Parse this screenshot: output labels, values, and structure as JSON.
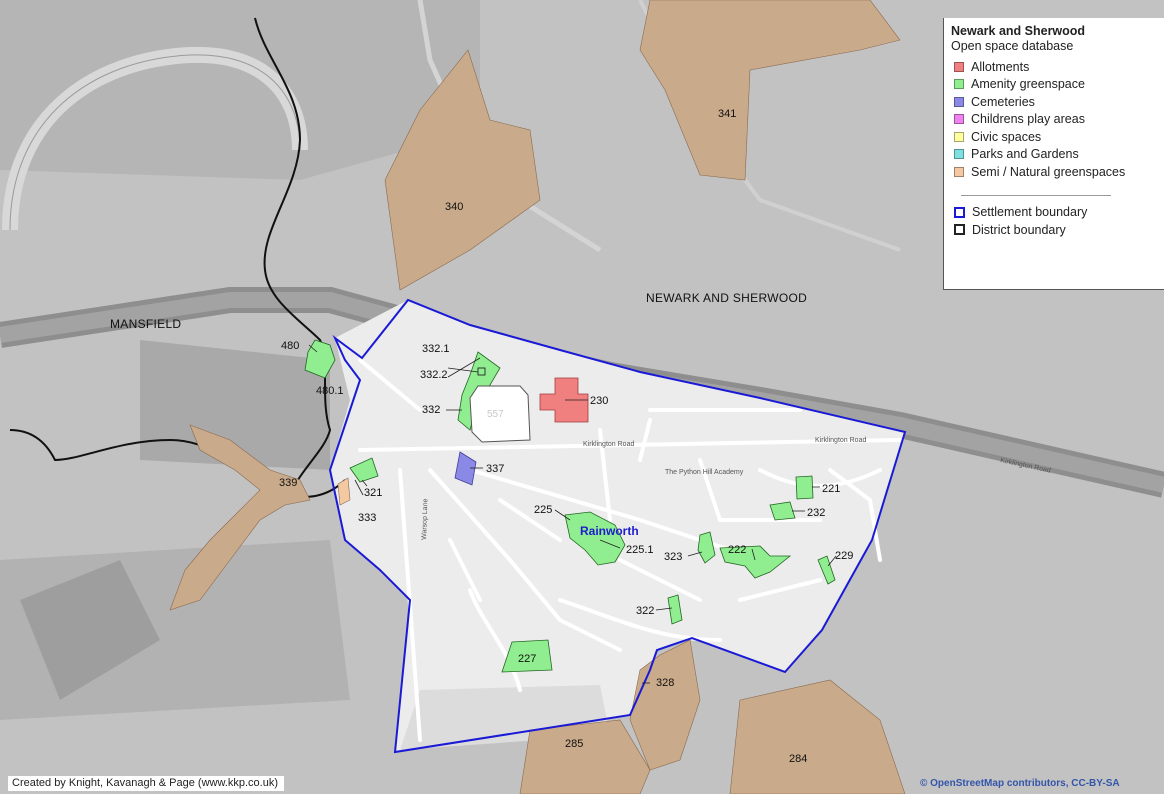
{
  "legend": {
    "title": "Newark and Sherwood",
    "subtitle": "Open space database",
    "categories": [
      {
        "label": "Allotments",
        "color": "#f08080"
      },
      {
        "label": "Amenity greenspace",
        "color": "#90ee90"
      },
      {
        "label": "Cemeteries",
        "color": "#8a8ae6"
      },
      {
        "label": "Childrens play areas",
        "color": "#ee82ee"
      },
      {
        "label": "Civic spaces",
        "color": "#ffffa0"
      },
      {
        "label": "Parks and Gardens",
        "color": "#80e0e0"
      },
      {
        "label": "Semi / Natural greenspaces",
        "color": "#f4c8a0"
      }
    ],
    "boundaries": [
      {
        "label": "Settlement boundary",
        "color": "#1a1ad6"
      },
      {
        "label": "District boundary",
        "color": "#222222"
      }
    ]
  },
  "districts": {
    "west": "MANSFIELD",
    "east": "NEWARK AND SHERWOOD"
  },
  "settlement": "Rainworth",
  "site_labels": {
    "s221": "221",
    "s222": "222",
    "s225": "225",
    "s225_1": "225.1",
    "s227": "227",
    "s229": "229",
    "s230": "230",
    "s232": "232",
    "s284": "284",
    "s285": "285",
    "s321": "321",
    "s322": "322",
    "s323": "323",
    "s328": "328",
    "s332": "332",
    "s332_1": "332.1",
    "s332_2": "332.2",
    "s333": "333",
    "s337": "337",
    "s339": "339",
    "s340": "340",
    "s341": "341",
    "s480": "480",
    "s480_1": "480.1",
    "s557": "557"
  },
  "road_labels": {
    "kirklington_road": "Kirklington Road",
    "kirklington_road_east": "Kirklington Road",
    "kirklington_road_main": "Kirklington Road",
    "the_hill_academy": "The Python Hill Academy",
    "warsop_lane": "Warsop Lane"
  },
  "credit": "Created by Knight, Kavanagh & Page (www.kkp.co.uk)",
  "attribution": "© OpenStreetMap contributors, CC-BY-SA",
  "colors": {
    "map_background": "#c4c4c4",
    "urban_area": "#ededed",
    "settlement_boundary": "#1a1ad6",
    "district_boundary": "#111111"
  }
}
